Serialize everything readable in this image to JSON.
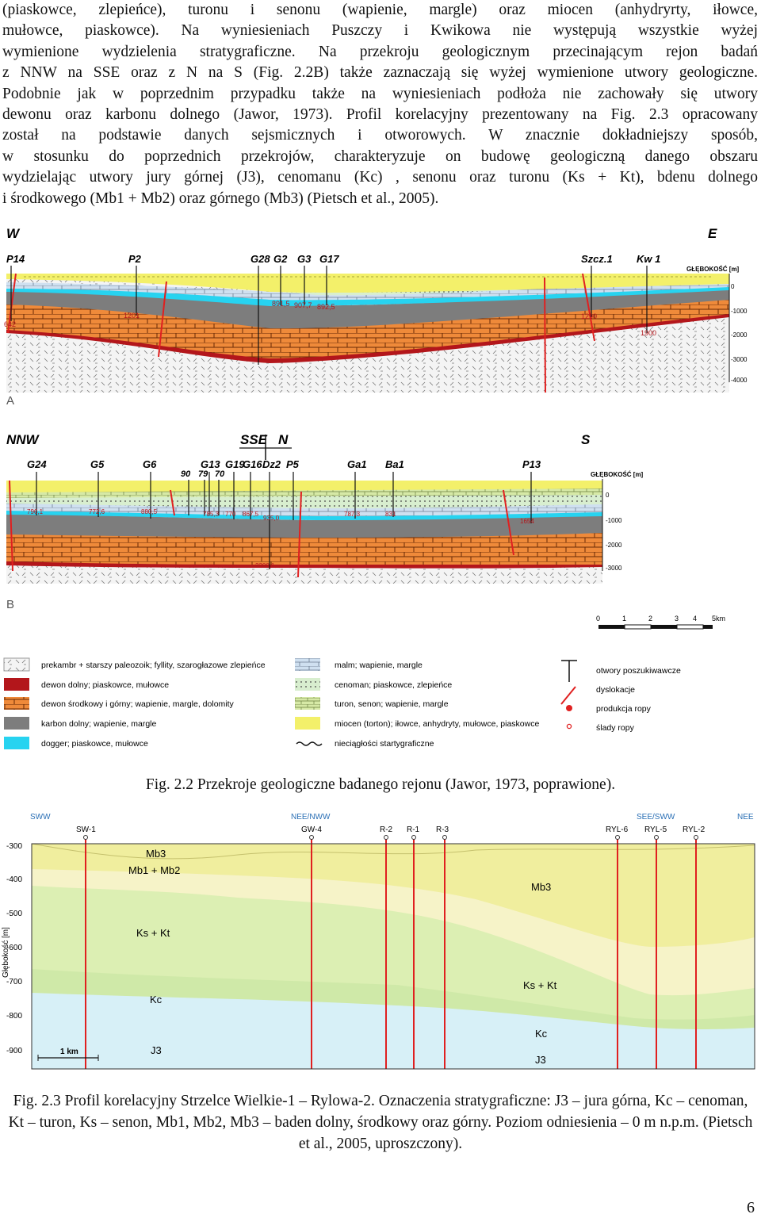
{
  "paragraph": {
    "lines": [
      "(piaskowce, zlepieńce), turonu i senonu (wapienie, margle) oraz miocen (anhydryrty, iłowce,",
      "mułowce, piaskowce). Na wyniesieniach Puszczy i Kwikowa nie występują wszystkie wyżej",
      "wymienione wydzielenia stratygraficzne. Na przekroju geologicznym przecinającym rejon badań",
      "z NNW na SSE oraz z N na S (Fig. 2.2B) także zaznaczają się wyżej wymienione utwory geologiczne.",
      "Podobnie jak w poprzednim przypadku także na wyniesieniach podłoża nie zachowały się utwory",
      "dewonu oraz karbonu dolnego (Jawor, 1973). Profil korelacyjny prezentowany na Fig. 2.3 opracowany",
      "został na podstawie danych sejsmicznych i otworowych. W znacznie dokładniejszy sposób,",
      "w stosunku do poprzednich przekrojów, charakteryzuje on budowę geologiczną danego obszaru",
      "wydzielając utwory jury górnej (J3), cenomanu (Kc) , senonu oraz turonu  (Ks + Kt), bdenu dolnego",
      "i środkowego (Mb1 + Mb2) oraz górnego (Mb3) (Pietsch et al., 2005)."
    ]
  },
  "fig22": {
    "sectionA": {
      "dir_left": "W",
      "dir_right": "E",
      "wells": [
        "P14",
        "P2",
        "G28",
        "G2",
        "G3",
        "G17",
        "Szcz.1",
        "Kw 1"
      ],
      "depth_title": "GŁĘBOKOŚĆ [m]",
      "depth_ticks": [
        "0",
        "-1000",
        "-2000",
        "-3000",
        "-4000"
      ],
      "depth_labels": [
        "642",
        "1201",
        "891,5",
        "907,7",
        "892,5",
        "1290",
        "1900"
      ],
      "panel_label": "A"
    },
    "sectionB": {
      "dir_left": "NNW",
      "dir_mid1": "SSE",
      "dir_mid2": "N",
      "dir_right": "S",
      "wells": [
        "G24",
        "G5",
        "G6",
        "G13",
        "G19",
        "G16",
        "Dz2",
        "P5",
        "Ga1",
        "Ba1",
        "P13"
      ],
      "sub_wells": [
        "90",
        "79",
        "70"
      ],
      "depth_title": "GŁĘBOKOŚĆ [m]",
      "depth_ticks": [
        "0",
        "-1000",
        "-2000",
        "-3000"
      ],
      "depth_labels": [
        "796,1",
        "772,6",
        "880,5",
        "785,3",
        "770",
        "867,5",
        "935,0",
        "787,3",
        "831",
        "1654",
        "3300,1"
      ],
      "panel_label": "B"
    },
    "scale": {
      "ticks": [
        "0",
        "1",
        "2",
        "3",
        "4",
        "5km"
      ]
    },
    "legend": {
      "col1": [
        "prekambr + starszy paleozoik; fyllity, szarogłazowe zlepieńce",
        "dewon dolny; piaskowce, mułowce",
        "dewon środkowy i górny; wapienie, margle, dolomity",
        "karbon dolny; wapienie, margle",
        "dogger; piaskowce, mułowce"
      ],
      "col2": [
        "malm; wapienie, margle",
        "cenoman; piaskowce, zlepieńce",
        "turon, senon; wapienie, margle",
        "miocen (torton); iłowce, anhydryty, mułowce, piaskowce",
        "nieciągłości startygraficzne"
      ],
      "col3": [
        "otwory poszukiwawcze",
        "dyslokacje",
        "produkcja ropy",
        "ślady ropy"
      ]
    },
    "caption": "Fig. 2.2 Przekroje geologiczne badanego rejonu (Jawor, 1973, poprawione)."
  },
  "fig23": {
    "dirs": [
      "SWW",
      "NEE/NWW",
      "SEE/SWW",
      "NEE"
    ],
    "wells": [
      "SW-1",
      "GW-4",
      "R-2",
      "R-1",
      "R-3",
      "RYL-6",
      "RYL-5",
      "RYL-2"
    ],
    "yaxis_label": "Głębokość [m]",
    "y_ticks": [
      "-300",
      "-400",
      "-500",
      "-600",
      "-700",
      "-800",
      "-900"
    ],
    "units": [
      "Mb3",
      "Mb1 + Mb2",
      "Ks + Kt",
      "Kc",
      "J3",
      "Mb3",
      "Ks + Kt",
      "Kc",
      "J3"
    ],
    "scale": "1 km",
    "caption": "Fig. 2.3 Profil korelacyjny Strzelce Wielkie-1 – Rylowa-2. Oznaczenia stratygraficzne: J3 – jura górna, Kc – cenoman, Kt – turon, Ks – senon, Mb1, Mb2, Mb3 – baden dolny, środkowy oraz górny. Poziom odniesienia – 0 m n.p.m. (Pietsch et al., 2005, uproszczony)."
  },
  "page_number": "6",
  "colors": {
    "miocene": "#f3f06a",
    "turon_senon": "#cfe8a0",
    "cenoman": "#d8eecf",
    "malm": "#cfe0f0",
    "dogger": "#27d3f0",
    "carboniferous": "#7d7d7d",
    "devonian_mid_upper": "#ef8a3a",
    "devonian_lower": "#b3161b",
    "precambrian": "#f2f2f2",
    "fault": "#e02020",
    "mb3": "#f0ee9e",
    "mb12": "#f6f3c8",
    "kskt": "#dcefb3",
    "kc": "#cfe9a8",
    "j3": "#d7f0f7"
  }
}
